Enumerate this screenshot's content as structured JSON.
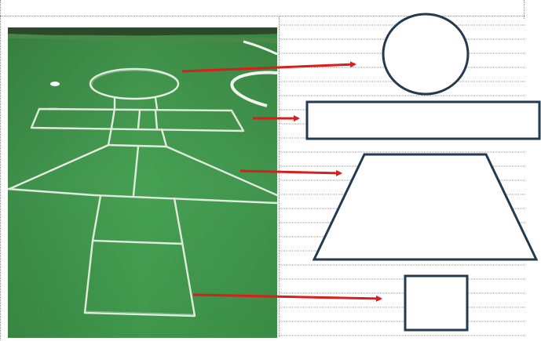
{
  "photo": {
    "description_icon": "hopscotch-chalk-drawing-photo",
    "grass_color": "#3f9a4c",
    "chalk_color": "#e9efe6"
  },
  "worksheet": {
    "line_color": "#9a9a9a",
    "shape_stroke_color": "#243a4f",
    "arrow_color": "#d81e1e",
    "shapes": [
      "circle",
      "rectangle",
      "trapezoid",
      "square"
    ]
  }
}
